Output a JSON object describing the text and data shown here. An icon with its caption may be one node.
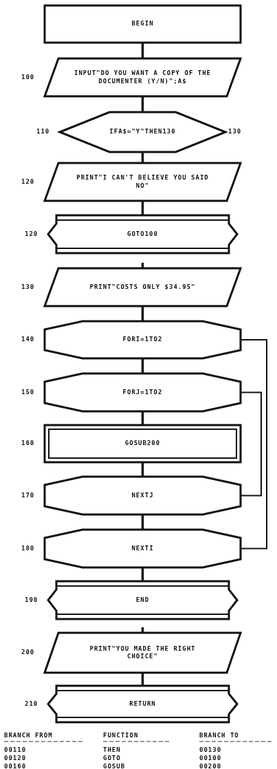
{
  "diagram": {
    "nodes": [
      {
        "text": [
          "BEGIN"
        ]
      },
      {
        "text": [
          "INPUT\"DO YOU WANT A COPY OF THE DOCUMENTER (Y/N)\";A$"
        ],
        "beside": [
          "100"
        ]
      },
      {
        "text": [
          "IFA$=\"Y\"THEN130"
        ],
        "beside": [
          "110",
          "130"
        ]
      },
      {
        "text": [
          "PRINT\"I CAN'T BELIEVE YOU SAID NO\""
        ],
        "beside": [
          "120"
        ]
      },
      {
        "text": [
          "GOTO100"
        ],
        "beside": [
          "120"
        ]
      },
      {
        "text": [
          "PRINT\"COSTS ONLY $34.95\""
        ],
        "beside": [
          "130"
        ]
      },
      {
        "text": [
          "FORI=1TO2"
        ],
        "beside": [
          "140"
        ]
      },
      {
        "text": [
          "FORJ=1TO2"
        ],
        "beside": [
          "150"
        ]
      },
      {
        "text": [
          "GOSUB200"
        ],
        "beside": [
          "160"
        ]
      },
      {
        "text": [
          "NEXTJ"
        ],
        "beside": [
          "170"
        ]
      },
      {
        "text": [
          "NEXTI"
        ],
        "beside": [
          "180"
        ]
      },
      {
        "text": [
          "END"
        ],
        "beside": [
          "190"
        ]
      },
      {
        "text": [
          "PRINT\"YOU MADE THE RIGHT CHOICE\""
        ],
        "beside": [
          "200"
        ]
      },
      {
        "text": [
          "RETURN"
        ],
        "beside": [
          "210"
        ]
      }
    ],
    "edges": [
      {
        "from": 0,
        "to": 1,
        "arrow": "none"
      },
      {
        "from": 1,
        "to": 2,
        "arrow": "none"
      },
      {
        "from": 2,
        "to": 3,
        "arrow": "none"
      },
      {
        "from": 3,
        "to": 4,
        "arrow": "none"
      },
      {
        "from": null,
        "to": 5,
        "arrow": "none"
      },
      {
        "from": 5,
        "to": 6,
        "arrow": "none"
      },
      {
        "from": 6,
        "to": 7,
        "arrow": "none"
      },
      {
        "from": 7,
        "to": 8,
        "arrow": "none"
      },
      {
        "from": 8,
        "to": 9,
        "arrow": "none"
      },
      {
        "from": 9,
        "to": 10,
        "arrow": "none"
      },
      {
        "from": 10,
        "to": 11,
        "arrow": "none"
      },
      {
        "from": null,
        "to": 12,
        "arrow": "none"
      },
      {
        "from": 12,
        "to": 13,
        "arrow": "none"
      },
      {
        "from": 6,
        "to": 10,
        "arrow": "none"
      },
      {
        "from": 7,
        "to": 9,
        "arrow": "none"
      }
    ],
    "labels": [
      "BRANCH FROM",
      "FUNCTION",
      "BRANCH TO",
      "00110",
      "THEN",
      "00130",
      "00120",
      "GOTO",
      "00100",
      "00160",
      "GOSUB",
      "00200"
    ]
  }
}
